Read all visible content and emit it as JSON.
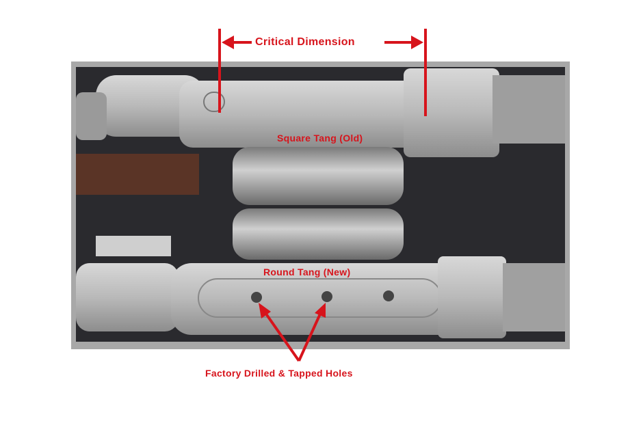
{
  "annotations": {
    "critical_dimension": "Critical Dimension",
    "square_tang": "Square Tang (Old)",
    "round_tang": "Round Tang (New)",
    "holes": "Factory Drilled & Tapped Holes"
  },
  "colors": {
    "annotation": "#d7141c",
    "frame": "#9a9a9a"
  }
}
